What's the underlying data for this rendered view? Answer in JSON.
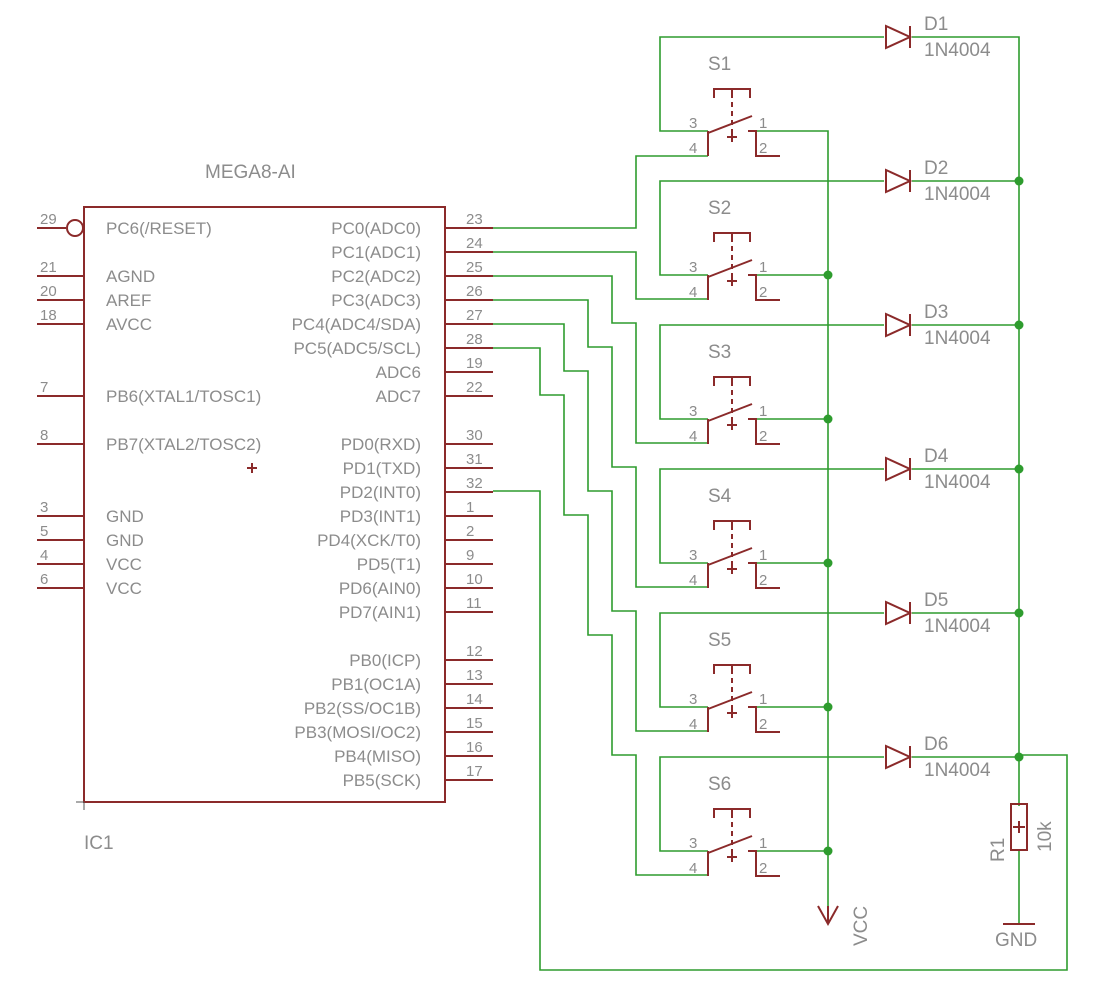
{
  "ic": {
    "device": "MEGA8-AI",
    "name": "IC1",
    "left_pins": [
      {
        "num": "29",
        "name": "PC6(/RESET)"
      },
      {
        "num": "21",
        "name": "AGND"
      },
      {
        "num": "20",
        "name": "AREF"
      },
      {
        "num": "18",
        "name": "AVCC"
      },
      {
        "num": "7",
        "name": "PB6(XTAL1/TOSC1)"
      },
      {
        "num": "8",
        "name": "PB7(XTAL2/TOSC2)"
      },
      {
        "num": "3",
        "name": "GND"
      },
      {
        "num": "5",
        "name": "GND"
      },
      {
        "num": "4",
        "name": "VCC"
      },
      {
        "num": "6",
        "name": "VCC"
      }
    ],
    "right_pins": [
      {
        "num": "23",
        "name": "PC0(ADC0)"
      },
      {
        "num": "24",
        "name": "PC1(ADC1)"
      },
      {
        "num": "25",
        "name": "PC2(ADC2)"
      },
      {
        "num": "26",
        "name": "PC3(ADC3)"
      },
      {
        "num": "27",
        "name": "PC4(ADC4/SDA)"
      },
      {
        "num": "28",
        "name": "PC5(ADC5/SCL)"
      },
      {
        "num": "19",
        "name": "ADC6"
      },
      {
        "num": "22",
        "name": "ADC7"
      },
      {
        "num": "30",
        "name": "PD0(RXD)"
      },
      {
        "num": "31",
        "name": "PD1(TXD)"
      },
      {
        "num": "32",
        "name": "PD2(INT0)"
      },
      {
        "num": "1",
        "name": "PD3(INT1)"
      },
      {
        "num": "2",
        "name": "PD4(XCK/T0)"
      },
      {
        "num": "9",
        "name": "PD5(T1)"
      },
      {
        "num": "10",
        "name": "PD6(AIN0)"
      },
      {
        "num": "11",
        "name": "PD7(AIN1)"
      },
      {
        "num": "12",
        "name": "PB0(ICP)"
      },
      {
        "num": "13",
        "name": "PB1(OC1A)"
      },
      {
        "num": "14",
        "name": "PB2(SS/OC1B)"
      },
      {
        "num": "15",
        "name": "PB3(MOSI/OC2)"
      },
      {
        "num": "16",
        "name": "PB4(MISO)"
      },
      {
        "num": "17",
        "name": "PB5(SCK)"
      }
    ]
  },
  "switches": [
    {
      "name": "S1",
      "pins": [
        "3",
        "1",
        "4",
        "2"
      ]
    },
    {
      "name": "S2",
      "pins": [
        "3",
        "1",
        "4",
        "2"
      ]
    },
    {
      "name": "S3",
      "pins": [
        "3",
        "1",
        "4",
        "2"
      ]
    },
    {
      "name": "S4",
      "pins": [
        "3",
        "1",
        "4",
        "2"
      ]
    },
    {
      "name": "S5",
      "pins": [
        "3",
        "1",
        "4",
        "2"
      ]
    },
    {
      "name": "S6",
      "pins": [
        "3",
        "1",
        "4",
        "2"
      ]
    }
  ],
  "diodes": [
    {
      "name": "D1",
      "value": "1N4004"
    },
    {
      "name": "D2",
      "value": "1N4004"
    },
    {
      "name": "D3",
      "value": "1N4004"
    },
    {
      "name": "D4",
      "value": "1N4004"
    },
    {
      "name": "D5",
      "value": "1N4004"
    },
    {
      "name": "D6",
      "value": "1N4004"
    }
  ],
  "resistor": {
    "name": "R1",
    "value": "10k"
  },
  "supply": {
    "vcc": "VCC",
    "gnd": "GND"
  },
  "colors": {
    "component": "#8b2a2a",
    "wire": "#2e9c2e",
    "text": "#8c8c8c",
    "background": "#ffffff"
  }
}
